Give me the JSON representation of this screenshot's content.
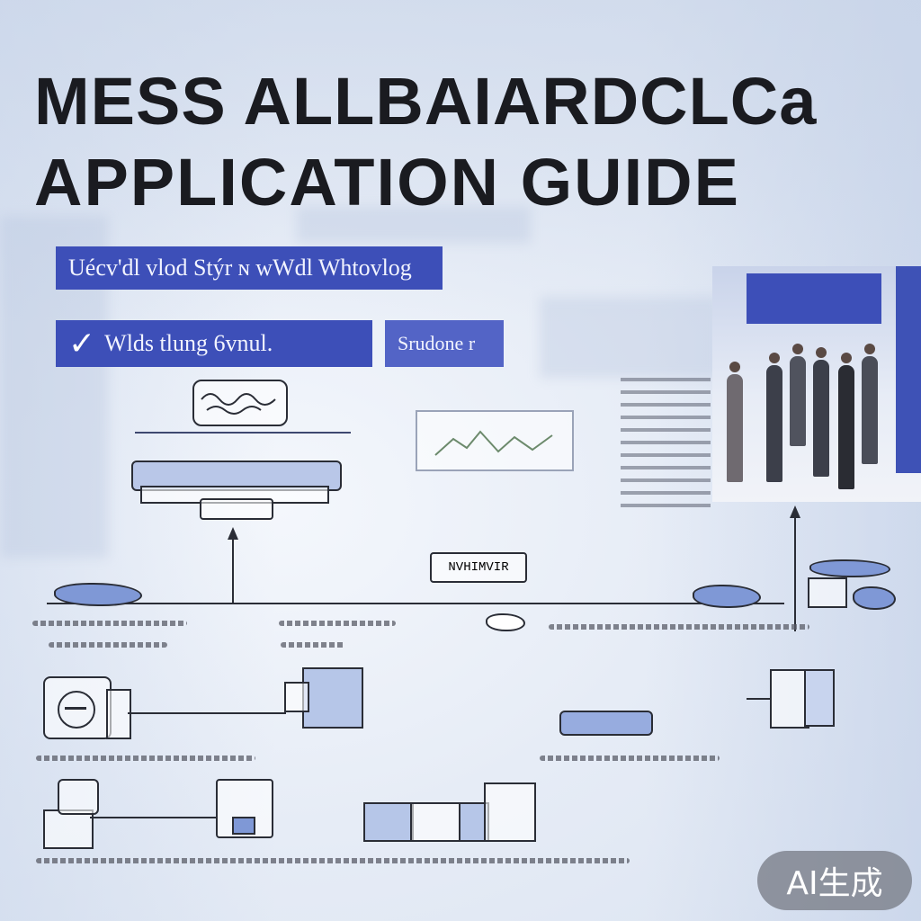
{
  "title": {
    "line1": "MESS ALLBAIARDCLCa",
    "line2": "APPLICATION GUIDE"
  },
  "banners": {
    "top": "Uécv'dl vlod Stýr ɴ wWdl Whtovlog",
    "middle": "Wlds tlung 6vnul.",
    "side": "Srudone r",
    "check_icon": "check-icon"
  },
  "diagram": {
    "node_label": "NVHIMVIR"
  },
  "badge": {
    "label": "AI生成"
  },
  "colors": {
    "banner": "#3d4fb8",
    "ink": "#2a2d36",
    "blob": "#7f98d6"
  }
}
